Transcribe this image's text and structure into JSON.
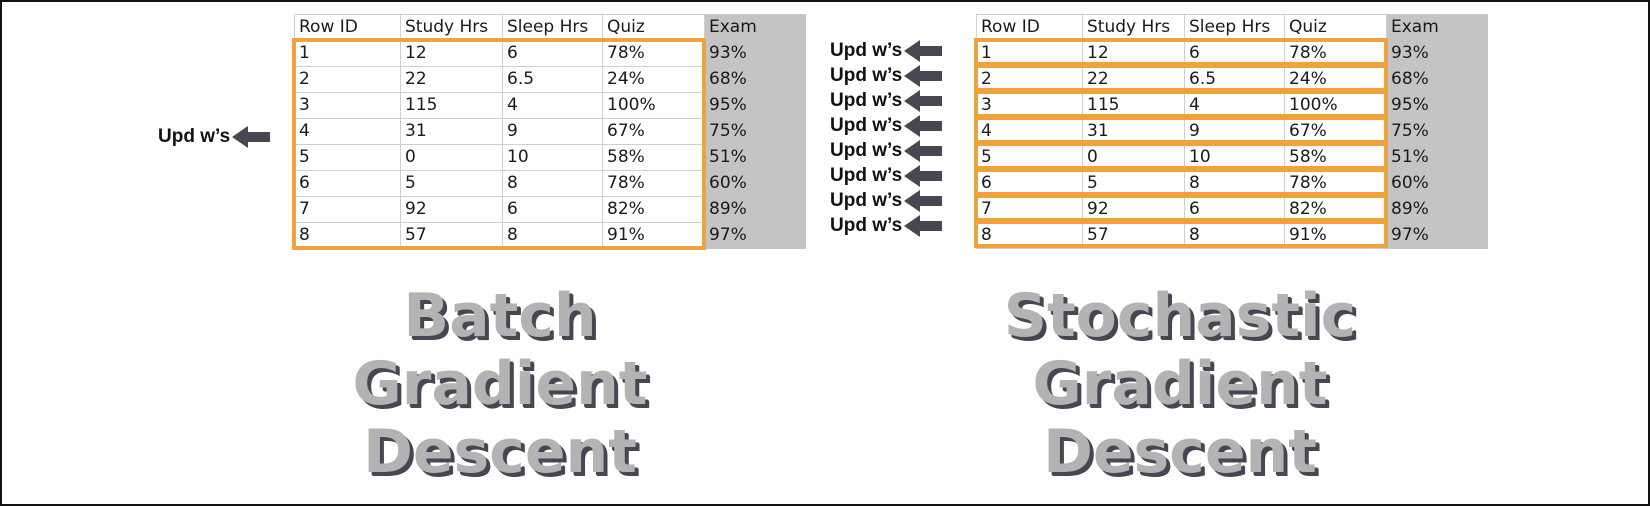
{
  "table": {
    "headers": [
      "Row ID",
      "Study Hrs",
      "Sleep Hrs",
      "Quiz",
      "Exam"
    ],
    "rows": [
      [
        "1",
        "12",
        "6",
        "78%",
        "93%"
      ],
      [
        "2",
        "22",
        "6.5",
        "24%",
        "68%"
      ],
      [
        "3",
        "115",
        "4",
        "100%",
        "95%"
      ],
      [
        "4",
        "31",
        "9",
        "67%",
        "75%"
      ],
      [
        "5",
        "0",
        "10",
        "58%",
        "51%"
      ],
      [
        "6",
        "5",
        "8",
        "78%",
        "60%"
      ],
      [
        "7",
        "92",
        "6",
        "82%",
        "89%"
      ],
      [
        "8",
        "57",
        "8",
        "91%",
        "97%"
      ]
    ]
  },
  "update_label": "Upd w’s",
  "batch": {
    "title_lines": [
      "Batch",
      "Gradient",
      "Descent"
    ]
  },
  "stochastic": {
    "title_lines": [
      "Stochastic",
      "Gradient",
      "Descent"
    ]
  },
  "colors": {
    "highlight": "#f2a23a",
    "exam_column": "#c4c4c4",
    "arrow": "#4a4552",
    "title_fill": "#b3b3b3"
  }
}
